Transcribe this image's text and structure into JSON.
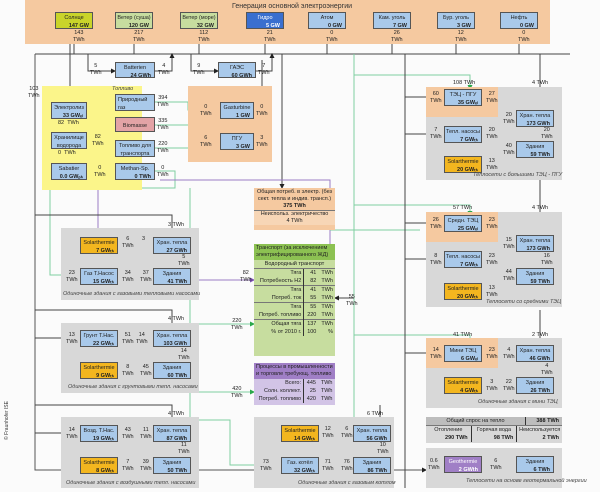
{
  "title": "Генерация основной электроэнергии",
  "generation": [
    {
      "name": "Солнце",
      "value": "147 GW",
      "flow": "143",
      "unit": "TWh",
      "color": "#c9d42a"
    },
    {
      "name": "Ветер (суша)",
      "value": "120 GW",
      "flow": "217",
      "unit": "TWh",
      "color": "#c7dd9f"
    },
    {
      "name": "Ветер (море)",
      "value": "32 GW",
      "flow": "112",
      "unit": "TWh",
      "color": "#c7dd9f"
    },
    {
      "name": "Гидро",
      "value": "5 GW",
      "flow": "21",
      "unit": "TWh",
      "color": "#3a6fcf"
    },
    {
      "name": "Атом",
      "value": "0 GW",
      "flow": "0",
      "unit": "TWh",
      "color": "#a9c9ea"
    },
    {
      "name": "Кам. уголь",
      "value": "7 GW",
      "flow": "26",
      "unit": "TWh",
      "color": "#a9c9ea"
    },
    {
      "name": "Бур. уголь",
      "value": "3 GW",
      "flow": "12",
      "unit": "TWh",
      "color": "#a9c9ea"
    },
    {
      "name": "Нефть",
      "value": "0 GW",
      "flow": "0",
      "unit": "TWh",
      "color": "#a9c9ea"
    }
  ],
  "storage": {
    "batteries": {
      "name": "Batterien",
      "value": "24 GWh",
      "in": "5",
      "out": "4"
    },
    "pumped": {
      "name": "ГАЭС",
      "value": "60 GWh",
      "in": "9",
      "out": "7"
    }
  },
  "fuel": {
    "caption": "Топливо",
    "electrolysis": {
      "name": "Электролиз",
      "value": "33 GWₑₗ",
      "in": "103",
      "out": "82"
    },
    "h2storage": {
      "name": "Хранилище водорода",
      "out_right": "82",
      "out_down": "0"
    },
    "sabatier": {
      "name": "Sabatier",
      "value": "0.0 GWₚₕ",
      "out": "0"
    },
    "natural_gas": {
      "name": "Природный газ",
      "flow": "394"
    },
    "biomass": {
      "name": "Biomasse",
      "flow": "335"
    },
    "transport_fuel": {
      "name": "Топливо для транспорта",
      "flow": "220"
    },
    "methan": {
      "name": "Methan-Sp.",
      "value": "0 TWh",
      "flow": "0"
    }
  },
  "gas_power": {
    "gasturbine": {
      "name": "Gasturbine",
      "value": "1 GW",
      "in": "0",
      "out": "0"
    },
    "ccgt": {
      "name": "ПГУ",
      "value": "3 GW",
      "in": "6",
      "out": "3"
    }
  },
  "consumption": {
    "line1": "Общая потреб. в электр. (без",
    "line2": "сект. тепла и индив. трансп.)",
    "total": "375 TWh",
    "unused_label": "Неиспольз. электричество",
    "unused": "4 TWh"
  },
  "transport": {
    "header": "Транспорт (за исключением электрифицированного ЖД)",
    "sub": "Водородный транспорт",
    "h2_in": "82",
    "elec_in": "55",
    "fuel_in": "220",
    "rows": [
      [
        "Тяга",
        "41",
        "TWh"
      ],
      [
        "Потребность H2",
        "82",
        "TWh"
      ],
      [
        "Тяга",
        "41",
        "TWh"
      ],
      [
        "Потреб. ток",
        "55",
        "TWh"
      ],
      [
        "Тяга",
        "55",
        "TWh"
      ],
      [
        "Потреб. топливо",
        "220",
        "TWh"
      ],
      [
        "Общая тяга",
        "137",
        "TWh"
      ],
      [
        "% от 2010 г.",
        "100",
        "%"
      ]
    ]
  },
  "industry": {
    "header": "Процессы в промышленности и торговле требующ. топливо",
    "fuel_in": "420",
    "rows": [
      [
        "Всего:",
        "445",
        "TWh"
      ],
      [
        "Солн. коллект.",
        "25",
        "TWh"
      ],
      [
        "Потреб. топливо",
        "420",
        "TWh"
      ]
    ]
  },
  "gas_hp": {
    "caption": "Одиночные здания с газовыми тепловыми насосами",
    "top_in": "3 TWh",
    "solar": {
      "name": "Solarthermie",
      "value": "7 GWₜₕ",
      "out": "6",
      "to_store": "3"
    },
    "hp": {
      "name": "Газ Т.Насос",
      "value": "15 GWₜₕ",
      "in": "23",
      "out": "34",
      "to_bld": "37"
    },
    "store": {
      "name": "Хран. тепла",
      "value": "27 GWh",
      "down": "5"
    },
    "bld": {
      "name": "Здания",
      "value": "41 TWh"
    }
  },
  "ground_hp": {
    "caption": "Одиночные здания с грунтовыми тепл. насосами",
    "top_in": "4 TWh",
    "hp": {
      "name": "Грунт Т.Нас.",
      "value": "22 GWₜₕ",
      "in": "13",
      "out": "51",
      "to_store": "14"
    },
    "store": {
      "name": "Хран. тепла",
      "value": "103 GWh",
      "down": "14"
    },
    "solar": {
      "name": "Solarthermie",
      "value": "9 GWₜₕ",
      "out": "8",
      "to_bld": "45"
    },
    "bld": {
      "name": "Здания",
      "value": "60 TWh"
    }
  },
  "air_hp": {
    "caption": "Одиночные здания с воздушными тепл. насосами",
    "top_in": "4 TWh",
    "hp": {
      "name": "Возд. Т.Нас.",
      "value": "19 GWₜₕ",
      "in": "14",
      "out": "43",
      "to_store": "11"
    },
    "store": {
      "name": "Хран. тепла",
      "value": "87 GWh",
      "down": "11"
    },
    "solar": {
      "name": "Solarthermie",
      "value": "8 GWₜₕ",
      "out": "7",
      "to_bld": "39"
    },
    "bld": {
      "name": "Здания",
      "value": "50 TWh"
    }
  },
  "gas_boiler": {
    "caption": "Одиночные здания с газовым котлом",
    "top_in": "6 TWh",
    "solar": {
      "name": "Solarthermie",
      "value": "14 GWₜₕ",
      "out": "12",
      "to_store": "6"
    },
    "boiler": {
      "name": "Газ. котёл",
      "value": "32 GWₜₕ",
      "in": "73",
      "out": "71",
      "to_bld": "76"
    },
    "store": {
      "name": "Хран. тепла",
      "value": "56 GWh",
      "down": "10"
    },
    "bld": {
      "name": "Здания",
      "value": "86 TWh"
    }
  },
  "large_chp": {
    "caption": "Теплосети с большими ТЭЦ - ПГУ",
    "gas_in": "108 TWh",
    "top_in": "4 TWh",
    "chp": {
      "name": "ТЭЦ - ПГУ",
      "value": "35 GWₑₗ",
      "in": "60",
      "out": "27"
    },
    "hp": {
      "name": "Тепл. насосы",
      "value": "7 GWₜₕ",
      "in": "7",
      "out": "20"
    },
    "solar": {
      "name": "Solarthermie",
      "value": "20 GWₜₕ",
      "out": "13"
    },
    "store": {
      "name": "Хран. тепла",
      "value": "173 GWh",
      "in": "20",
      "down": "20"
    },
    "bld": {
      "name": "Здания",
      "value": "59 TWh",
      "in": "40"
    }
  },
  "mid_chp": {
    "caption": "Теплосети со средними ТЭЦ",
    "gas_in": "57 TWh",
    "top_in": "4 TWh",
    "chp": {
      "name": "Средн. ТЭЦ",
      "value": "25 GWₑₗ",
      "in": "26",
      "out": "23"
    },
    "hp": {
      "name": "Тепл. насосы",
      "value": "7 GWₜₕ",
      "in": "8",
      "out": "23"
    },
    "solar": {
      "name": "Solarthermie",
      "value": "20 GWₜₕ",
      "out": "13"
    },
    "store": {
      "name": "Хран. тепла",
      "value": "173 GWh",
      "in": "15",
      "down": "16"
    },
    "bld": {
      "name": "Здания",
      "value": "59 TWh",
      "in": "44"
    }
  },
  "mini_chp": {
    "caption": "Одиночные здания с мини ТЭЦ",
    "gas_in": "41 TWh",
    "top_in": "2 TWh",
    "chp": {
      "name": "Мини ТЭЦ",
      "value": "6 GWₑₗ",
      "in": "14",
      "out": "23"
    },
    "solar": {
      "name": "Solarthermie",
      "value": "4 GWₜₕ",
      "out": "3"
    },
    "store": {
      "name": "Хран. тепла",
      "value": "46 GWh",
      "in": "4",
      "down": "4"
    },
    "bld": {
      "name": "Здания",
      "value": "26 TWh",
      "in": "22"
    }
  },
  "heat_demand": {
    "label": "Общий спрос на тепло",
    "total": "388 TWh",
    "cols": [
      {
        "label": "Отопление",
        "value": "290 TWh"
      },
      {
        "label": "Горячая вода",
        "value": "98 TWh"
      },
      {
        "label": "Неиспользуется",
        "value": "2 TWh"
      }
    ]
  },
  "geothermal": {
    "caption": "Теплосети на основе геотермальной энергии",
    "in": "0.6",
    "geo": {
      "name": "Geothermie",
      "value": "2 GWth"
    },
    "flow": "6",
    "bld": {
      "name": "Здания",
      "value": "6 TWh"
    }
  },
  "unit": "TWh",
  "copyright": "© Fraunhofer ISE"
}
